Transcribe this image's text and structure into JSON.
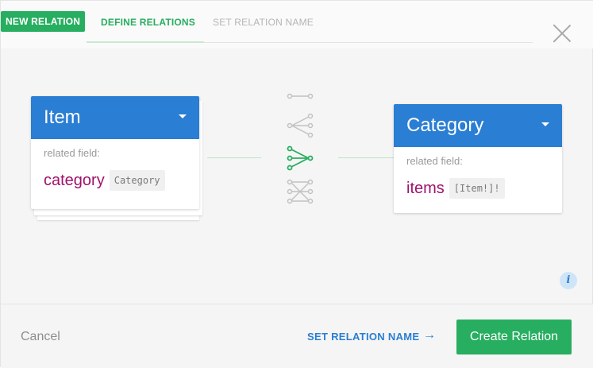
{
  "header": {
    "badge": "NEW RELATION",
    "tabs": [
      {
        "label": "DEFINE RELATIONS",
        "active": true
      },
      {
        "label": "SET RELATION NAME",
        "active": false
      }
    ]
  },
  "left_model": {
    "name": "Item",
    "related_label": "related field:",
    "field_name": "category",
    "field_type": "Category"
  },
  "right_model": {
    "name": "Category",
    "related_label": "related field:",
    "field_name": "items",
    "field_type": "[Item!]!"
  },
  "relation_types": [
    {
      "name": "one-to-one",
      "selected": false
    },
    {
      "name": "one-to-many",
      "selected": false
    },
    {
      "name": "many-to-one",
      "selected": true
    },
    {
      "name": "many-to-many",
      "selected": false
    }
  ],
  "footer": {
    "cancel": "Cancel",
    "next": "SET RELATION NAME",
    "create": "Create Relation"
  },
  "colors": {
    "accent_green": "#27ae60",
    "accent_blue": "#2a7ed3",
    "field_purple": "#a0126b"
  }
}
